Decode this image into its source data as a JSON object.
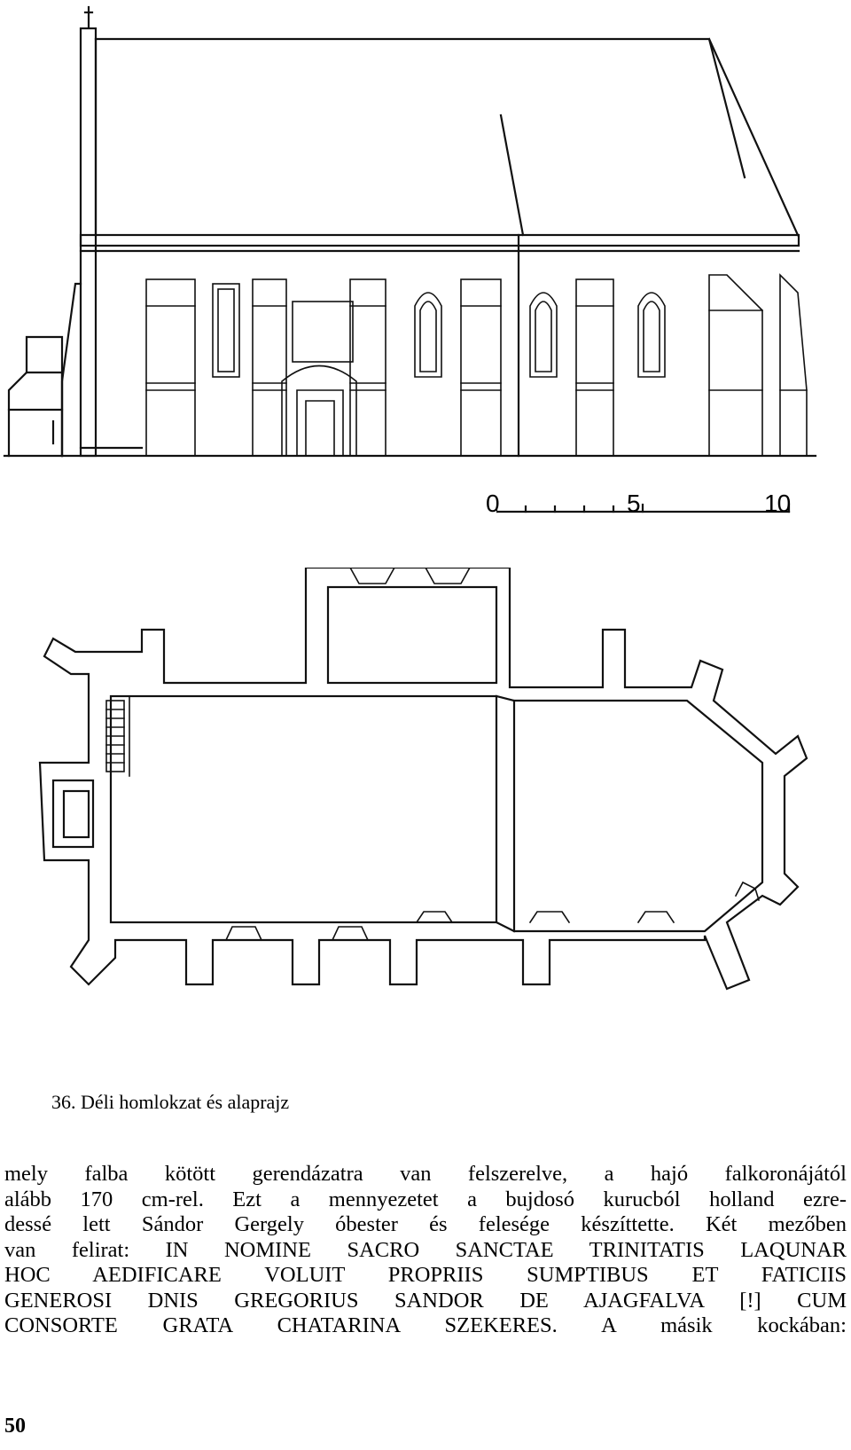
{
  "figure": {
    "scale_labels": [
      "0",
      "5",
      "10"
    ],
    "caption": "36. Déli homlokzat és alaprajz"
  },
  "body_lines": [
    "mely falba kötött gerendázatra van felszerelve, a hajó falkoronájától",
    "alább 170 cm-rel. Ezt a mennyezetet a bujdosó kurucból holland ezre-",
    "dessé lett Sándor Gergely óbester és felesége készíttette. Két mezőben",
    "van felirat: IN NOMINE SACRO SANCTAE TRINITATIS LAQUNAR",
    "HOC AEDIFICARE VOLUIT PROPRIIS SUMPTIBUS ET FATICIIS",
    "GENEROSI DNIS GREGORIUS SANDOR DE AJAGFALVA [!] CUM",
    "CONSORTE GRATA CHATARINA SZEKERES. A másik kockában:"
  ],
  "page_number": "50"
}
